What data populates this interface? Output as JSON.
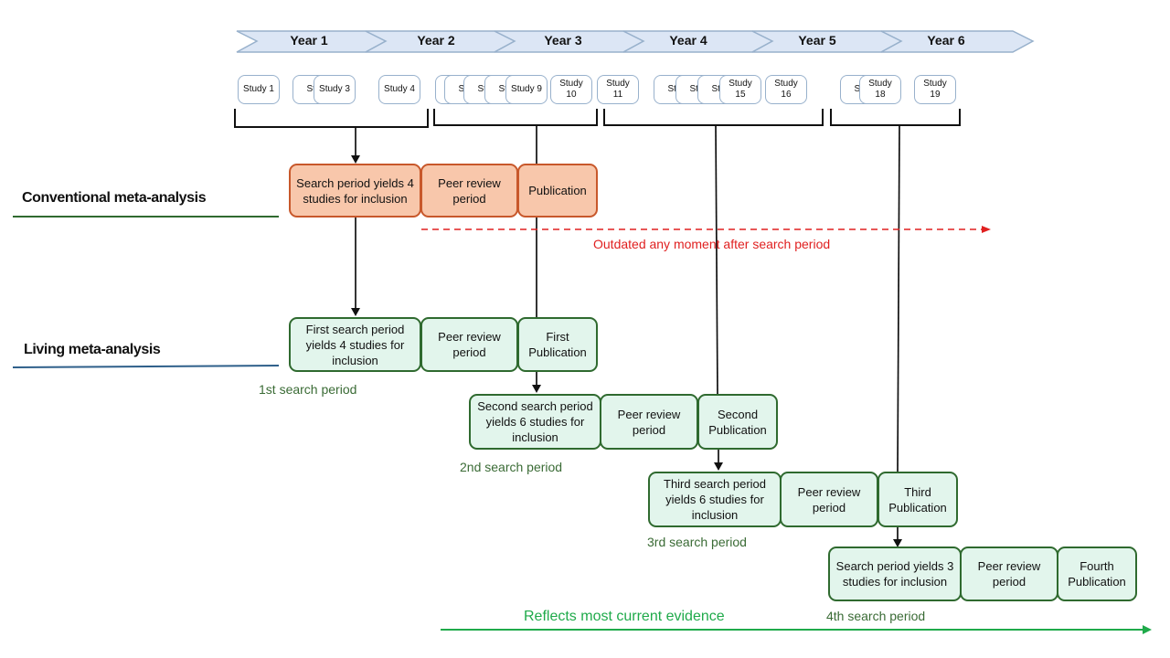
{
  "timeline": {
    "years": [
      "Year 1",
      "Year 2",
      "Year 3",
      "Year 4",
      "Year 5",
      "Year 6"
    ]
  },
  "studies": [
    "Study 1",
    "Stu",
    "Study 3",
    "Study 4",
    "S",
    "Stu",
    "Stu",
    "Stu",
    "Study 9",
    "Study\n10",
    "Study\n11",
    "Stu",
    "Stu",
    "Stu",
    "Study\n15",
    "Study\n16",
    "Stu",
    "Study\n18",
    "Study\n19"
  ],
  "rows": {
    "conventional": "Conventional meta-analysis",
    "living": "Living meta-analysis"
  },
  "conventional": {
    "search": "Search period yields 4 studies for inclusion",
    "peer": "Peer review period",
    "publication": "Publication",
    "note": "Outdated any moment after search period"
  },
  "living": {
    "rounds": [
      {
        "search": "First search period yields 4 studies for inclusion",
        "peer": "Peer review period",
        "publication": "First Publication",
        "period": "1st search period"
      },
      {
        "search": "Second search period yields 6 studies for inclusion",
        "peer": "Peer review period",
        "publication": "Second Publication",
        "period": "2nd search period"
      },
      {
        "search": "Third search period yields 6 studies for inclusion",
        "peer": "Peer review period",
        "publication": "Third Publication",
        "period": "3rd search period"
      },
      {
        "search": "Search period yields 3 studies for inclusion",
        "peer": "Peer review period",
        "publication": "Fourth Publication",
        "period": "4th search period"
      }
    ],
    "note": "Reflects most current evidence"
  },
  "colors": {
    "orange_fill": "#f8c7ab",
    "orange_border": "#c8582b",
    "green_fill": "#e2f5ec",
    "green_border": "#2f6a2f",
    "outdated_red": "#e02020",
    "current_green": "#1faa4a",
    "period_text": "#3a6b35",
    "study_border": "#98b1cc"
  }
}
